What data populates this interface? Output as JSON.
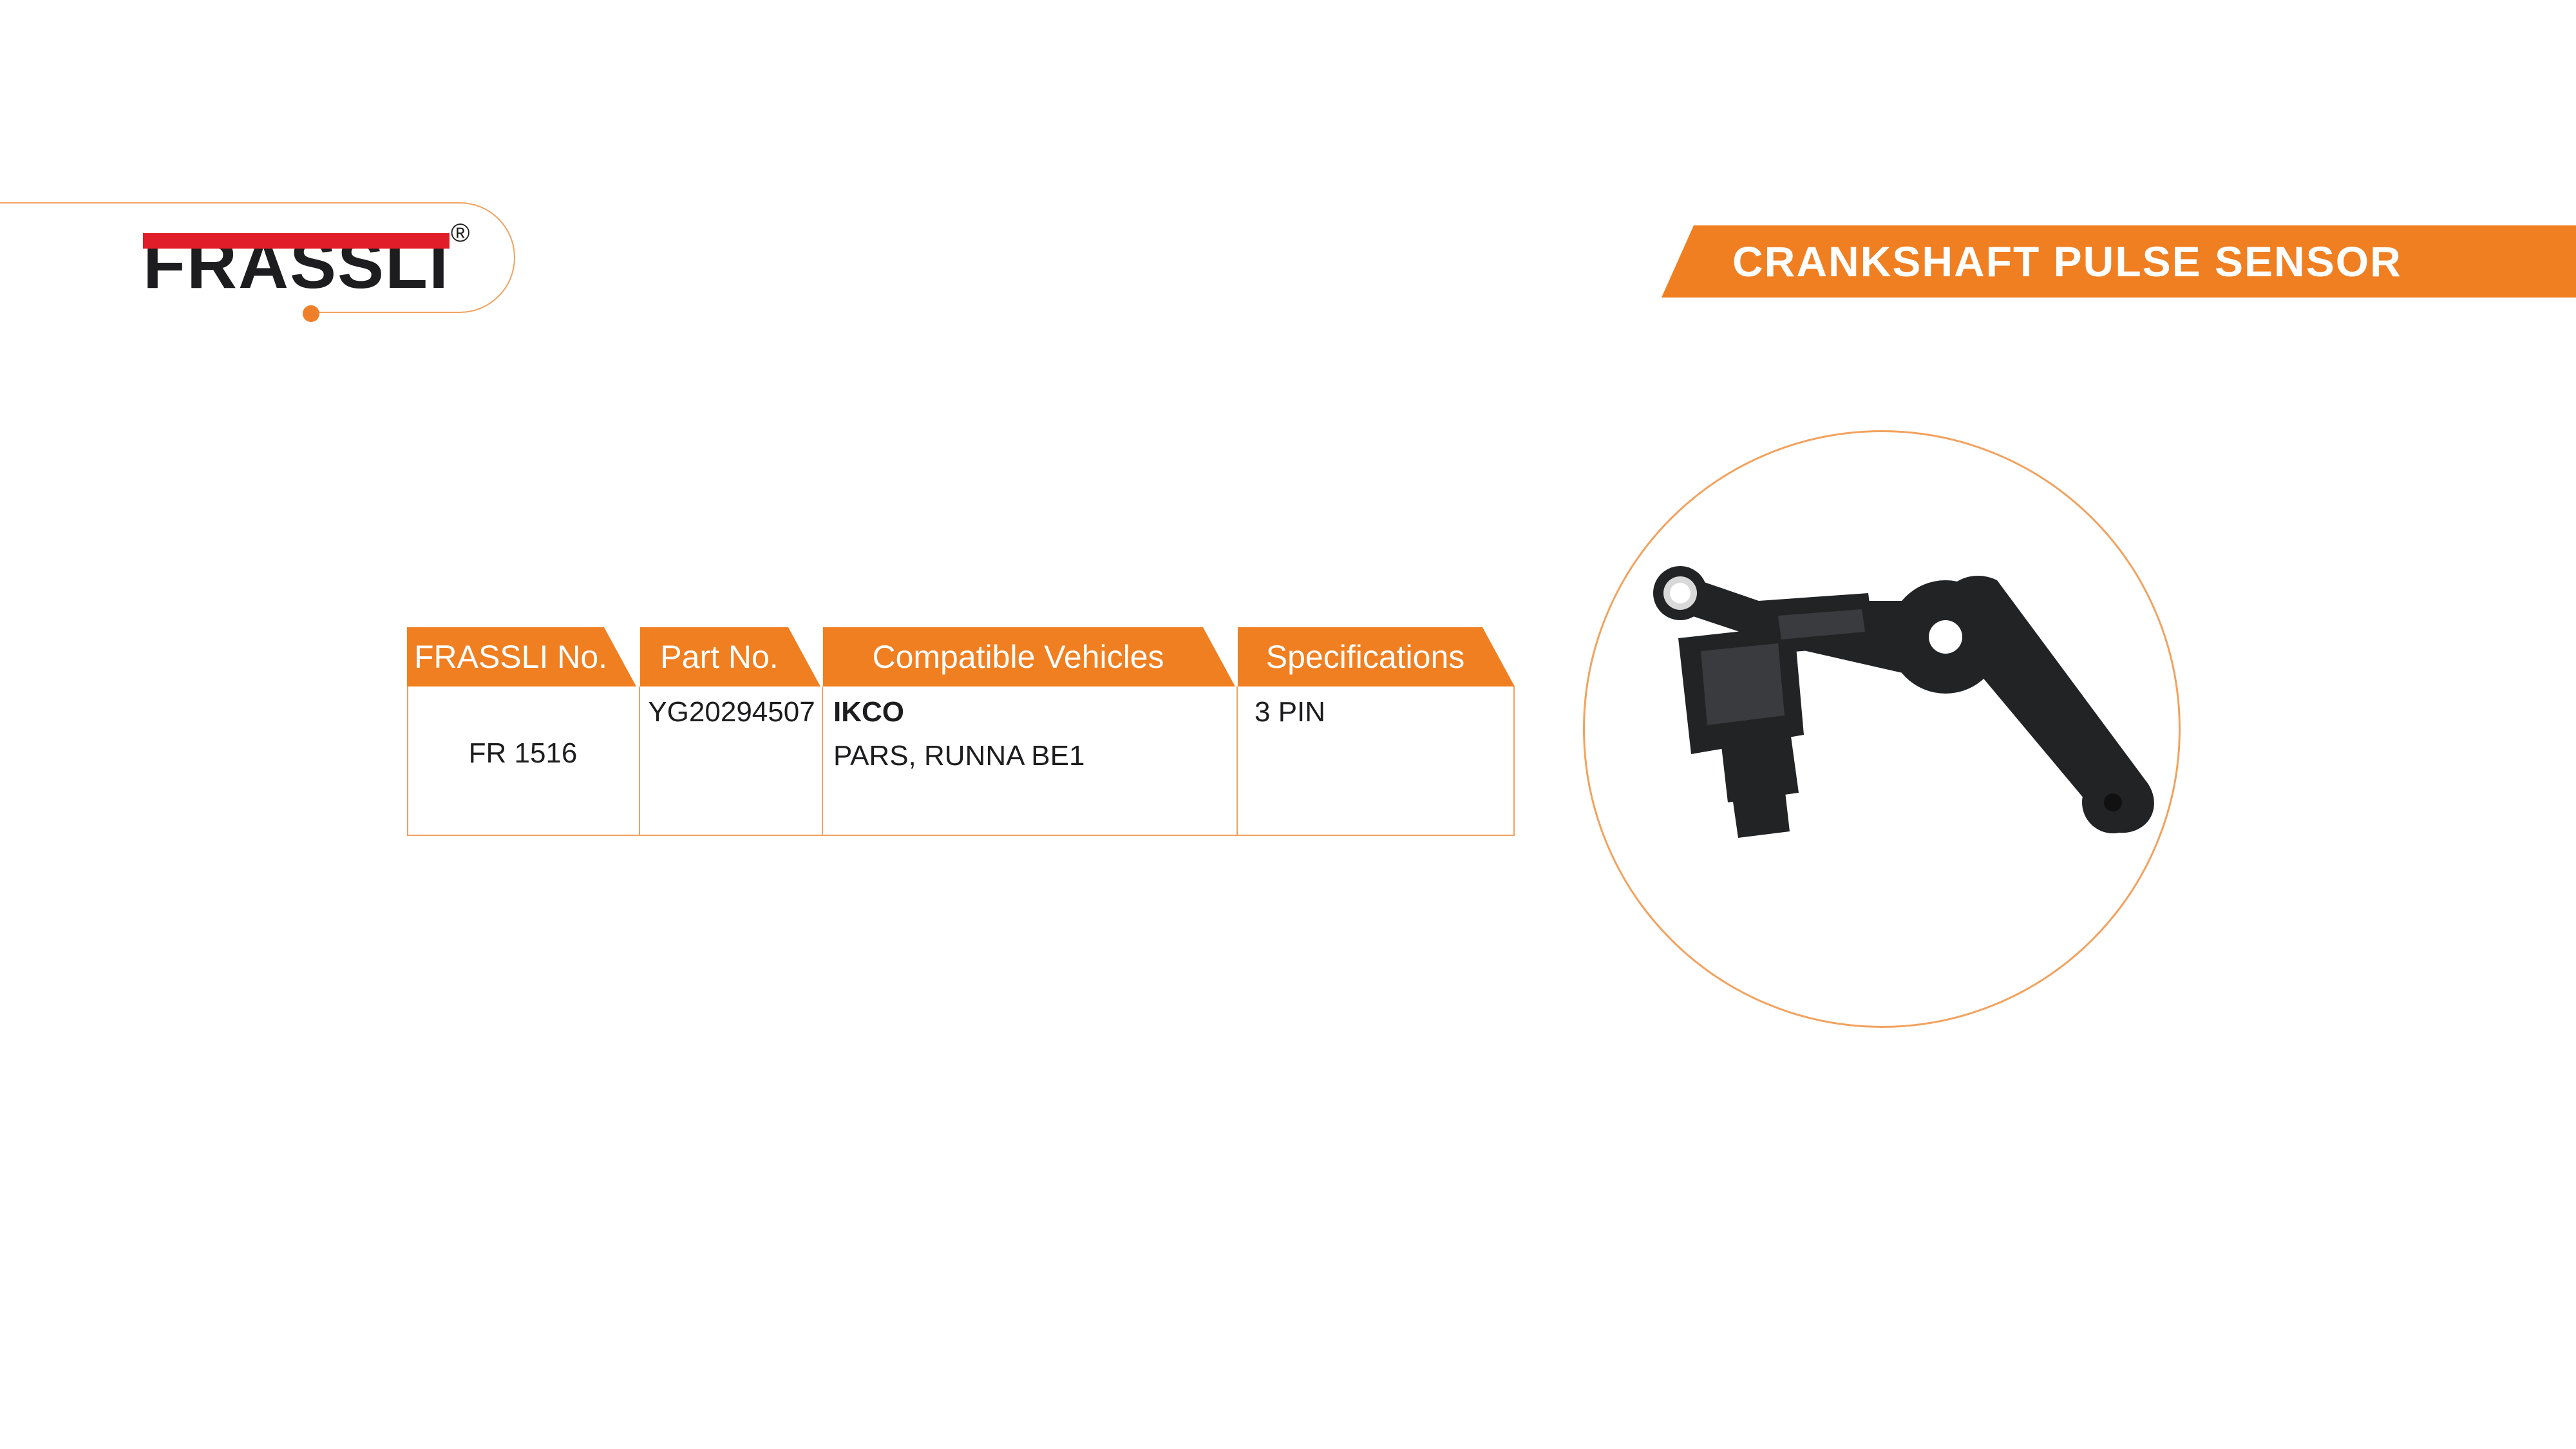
{
  "brand": {
    "logo_text": "FRASSLI",
    "registered_mark": "®"
  },
  "product": {
    "title": "CRANKSHAFT PULSE SENSOR"
  },
  "table": {
    "headers": [
      "FRASSLI No.",
      "Part No.",
      "Compatible Vehicles",
      "Specifications"
    ],
    "row": {
      "frassli_no": "FR 1516",
      "part_no": "YG20294507",
      "vehicle_brand": "IKCO",
      "vehicle_models": "PARS, RUNNA BE1",
      "specifications": "3 PIN"
    }
  },
  "colors": {
    "accent": "#f07f22",
    "accent_light": "#f2a25f",
    "logo_red": "#e11d2a",
    "text": "#1d1d1f"
  }
}
